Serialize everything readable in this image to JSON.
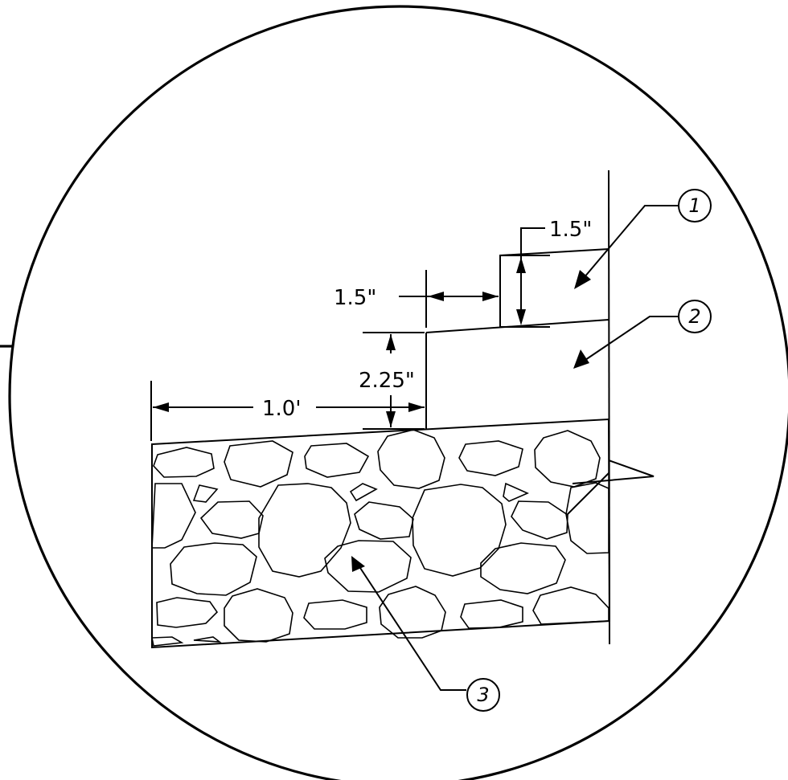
{
  "colors": {
    "line": "#000000",
    "background": "#ffffff"
  },
  "dimensions": {
    "overlay_thickness": "1.5\"",
    "overlay_step": "1.5\"",
    "base_thickness": "2.25\"",
    "widening_width": "1.0'"
  },
  "callouts": [
    {
      "number": "1"
    },
    {
      "number": "2"
    },
    {
      "number": "3"
    }
  ]
}
